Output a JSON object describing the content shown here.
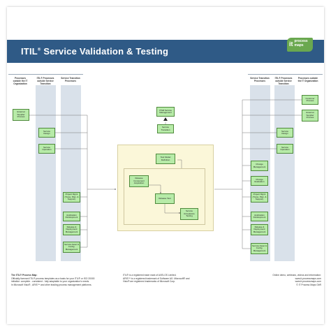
{
  "title": {
    "main": "ITIL",
    "reg": "®",
    "rest": " Service Validation & Testing"
  },
  "logo": {
    "mark": "it",
    "line1": "process",
    "line2": "maps"
  },
  "left_headers": [
    "Processes outside the IT Organization",
    "ITIL® Processes outside Service Transition",
    "Service Transition Processes"
  ],
  "right_headers": [
    "Service Transition Processes",
    "ITIL® Processes outside Service Transition",
    "Processes outside the IT Organization"
  ],
  "boxes": {
    "external_supplier": "External Supplier Process",
    "service_design": "Service Design",
    "service_operation": "Service Operation",
    "project_mgmt_left": "Project Mgmt (Trans. Plan. & Support)",
    "application_dev_left": "Application Development",
    "release_deploy_left": "Release & Deployment Management",
    "asset_config_left": "Service Asset & Config. Management",
    "it_service_mgmt": "ITSM Service Management",
    "service_transition": "Service Transition",
    "test_model": "Test Model Definition",
    "release_component": "Release Component Acquisition",
    "release_test": "Release Test",
    "service_acceptance": "Service Acceptance Testing",
    "customer_process": "Customer Process",
    "external_supplier_right": "External Supplier Process",
    "service_design_right": "Service Design",
    "service_operation_right": "Service Operation",
    "change_mgmt": "Change Management",
    "change_evaluation": "Change Evaluation",
    "project_mgmt_right": "Project Mgmt (Trans. Plan. & Support)",
    "application_dev_right": "Application Development",
    "release_deploy_right": "Release & Deployment Management",
    "asset_config_right": "Service Asset & Config. Management"
  },
  "footer": {
    "left": [
      "The ITIL® Process Map:",
      "Officially licensed ITIL® process templates as a basis for your ITIL® or ISO 20000",
      "initiative: complete - consistent - fully adaptable to your organization's needs.",
      "In Microsoft Visio® , ARIS™ and other leading process management platforms."
    ],
    "middle": [
      "ITIL® is a registered trade mark of AXELOS Limited.",
      "ARIS™ is a registered trademark of Software AG. Microsoft® and",
      "Visio® are registered trademarks of Microsoft Corp."
    ],
    "right": [
      "Online demo, webinars, videos and information:",
      "www.it-processmaps.com",
      "www.it-processmaps.com",
      "© IT Process Maps GbR"
    ]
  },
  "colors": {
    "banner": "#2f5a86",
    "box_fill": "#b7eba8",
    "box_border": "#4f8a3c",
    "column": "#d9e1ea",
    "frame": "#fbf7d9",
    "logo": "#6aa84f"
  }
}
